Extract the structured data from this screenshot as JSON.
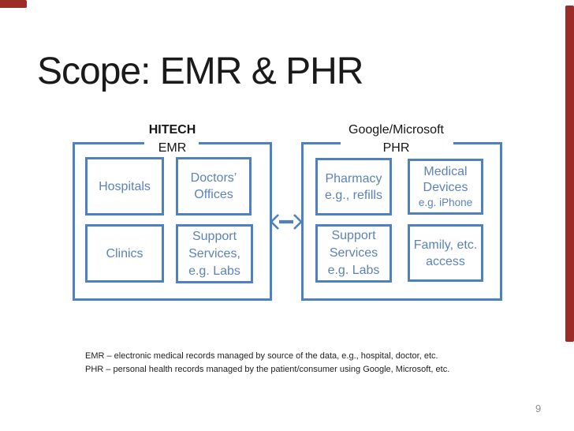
{
  "slide": {
    "title": "Scope: EMR & PHR",
    "page_number": "9"
  },
  "groups": {
    "emr": {
      "heading": "HITECH",
      "subheading": "EMR",
      "boxes": {
        "hospitals": {
          "lines": [
            "Hospitals"
          ]
        },
        "doctors_offices": {
          "lines": [
            "Doctors’",
            "Offices"
          ]
        },
        "clinics": {
          "lines": [
            "Clinics"
          ]
        },
        "support_services": {
          "lines": [
            "Support",
            "Services,",
            "e.g. Labs"
          ]
        }
      }
    },
    "phr": {
      "heading": "Google/Microsoft",
      "subheading": "PHR",
      "boxes": {
        "pharmacy": {
          "lines": [
            "Pharmacy",
            "e.g., refills"
          ]
        },
        "medical_devices": {
          "lines": [
            "Medical",
            "Devices"
          ],
          "small_line": "e.g. iPhone"
        },
        "support_services": {
          "lines": [
            "Support",
            "Services",
            "e.g. Labs"
          ]
        },
        "family_access": {
          "lines": [
            "Family, etc.",
            "access"
          ]
        }
      }
    }
  },
  "connector": {
    "type": "double-arrow",
    "symbol": "<->"
  },
  "footnotes": [
    "EMR – electronic medical records managed by source of the data, e.g., hospital, doctor, etc.",
    "PHR – personal health records managed by the patient/consumer using Google, Microsoft, etc."
  ],
  "colors": {
    "accent": "#4f81bd",
    "box_text": "#5b83ba",
    "heading_text": "#1a1a1a",
    "footnote_text": "#1e1e1e",
    "page_number": "#8f8f8f",
    "edge_mark": "#9b2c28"
  }
}
